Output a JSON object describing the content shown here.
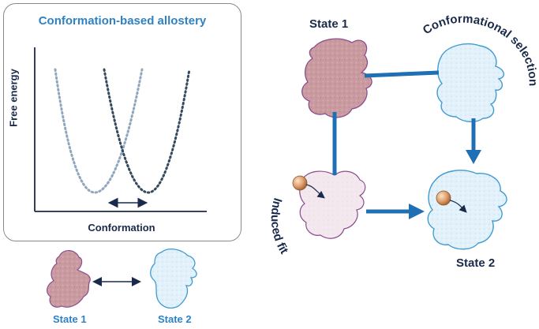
{
  "panel": {
    "title": "Conformation-based allostery",
    "ylabel": "Free energy",
    "xlabel": "Conformation"
  },
  "legend": {
    "state1": "State 1",
    "state2": "State 2"
  },
  "scheme": {
    "state1": "State 1",
    "state2": "State 2",
    "conformational_selection": "Conformational selection",
    "induced_fit": "Induced fit"
  },
  "colors": {
    "accent": "#2e82c4",
    "state1_fill": "#c99aa0",
    "state1_outline": "#8a4d8e",
    "state2_fill": "#d8ecf7",
    "state2_outline": "#3f9bd2",
    "bound_fill": "#f5e6ee",
    "arrow": "#1f6fb5"
  }
}
